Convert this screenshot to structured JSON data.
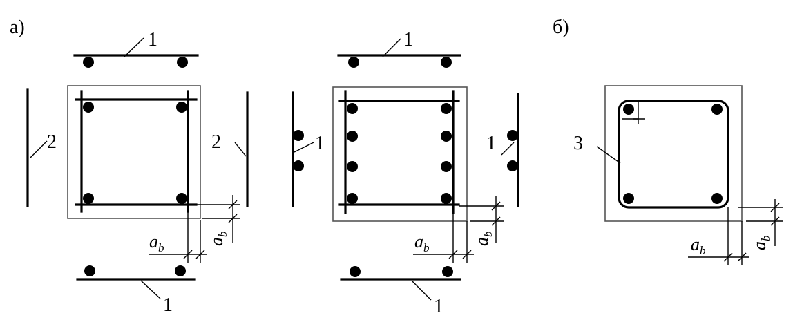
{
  "panel_labels": {
    "a": "а)",
    "b": "б)"
  },
  "callouts": {
    "one": "1",
    "two": "2",
    "three": "3"
  },
  "dimension": {
    "symbol": "a",
    "subscript": "b"
  }
}
